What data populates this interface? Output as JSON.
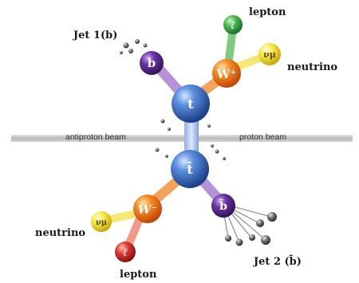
{
  "diagram": {
    "beam": {
      "left_label": "antiproton beam",
      "right_label": "proton beam"
    },
    "particles": {
      "top_quark": "t",
      "antitop_quark": "t̄",
      "b_quark": "b",
      "anti_b_quark": "b̄",
      "w_plus": "W⁺",
      "w_minus": "W⁻",
      "lepton_top": "ℓ",
      "lepton_bottom": "ℓ",
      "neutrino_top": "νμ",
      "neutrino_bottom": "νμ"
    },
    "labels": {
      "jet1": "Jet 1(b)",
      "jet2": "Jet 2 (b̄)",
      "lepton_top": "lepton",
      "lepton_bottom": "lepton",
      "neutrino_top": "neutrino",
      "neutrino_bottom": "neutrino"
    },
    "colors": {
      "top_quarks": "#2f5fb8",
      "b_quarks": "#5b2a8c",
      "w_bosons": "#f07a1a",
      "leptons_top": "#3fae4a",
      "leptons_bottom": "#d8262b",
      "neutrinos": "#f5e23a",
      "beam": "#bfbfbf"
    }
  }
}
